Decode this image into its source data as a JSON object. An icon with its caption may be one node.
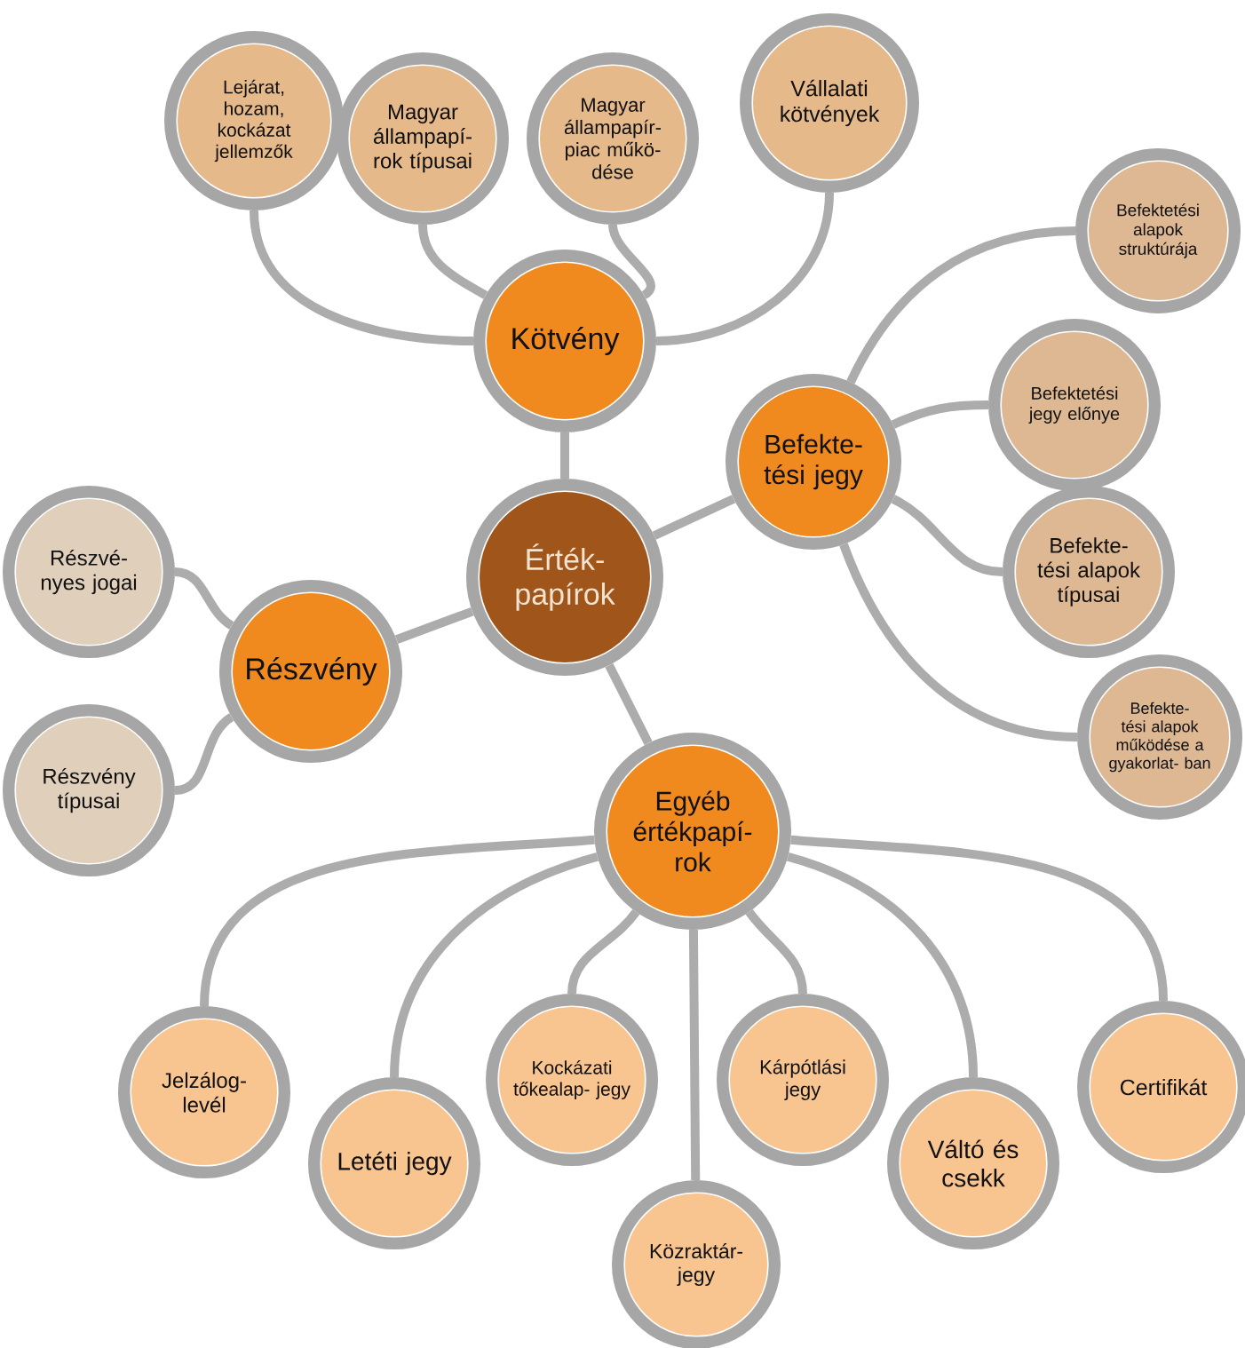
{
  "diagram": {
    "nodes": [
      {
        "text": [
          "Érték- papírok"
        ]
      },
      {
        "text": [
          "Kötvény"
        ]
      },
      {
        "text": [
          "Befekte- tési jegy"
        ]
      },
      {
        "text": [
          "Részvény"
        ]
      },
      {
        "text": [
          "Egyéb értékpapí- rok"
        ]
      },
      {
        "text": [
          "Lejárat, hozam, kockázat jellemzők"
        ]
      },
      {
        "text": [
          "Magyar állampapí- rok típusai"
        ]
      },
      {
        "text": [
          "Magyar állampapír- piac műkö- dése"
        ]
      },
      {
        "text": [
          "Vállalati kötvények"
        ]
      },
      {
        "text": [
          "Befektetési alapok struktúrája"
        ]
      },
      {
        "text": [
          "Befektetési jegy előnye"
        ]
      },
      {
        "text": [
          "Befekte- tési alapok típusai"
        ]
      },
      {
        "text": [
          "Befekte- tési alapok működése a gyakorlat- ban"
        ]
      },
      {
        "text": [
          "Részvé- nyes jogai"
        ]
      },
      {
        "text": [
          "Részvény típusai"
        ]
      },
      {
        "text": [
          "Jelzálog- levél"
        ]
      },
      {
        "text": [
          "Letéti jegy"
        ]
      },
      {
        "text": [
          "Kockázati tőkealap- jegy"
        ]
      },
      {
        "text": [
          "Közraktár- jegy"
        ]
      },
      {
        "text": [
          "Kárpótlási jegy"
        ]
      },
      {
        "text": [
          "Váltó és csekk"
        ]
      },
      {
        "text": [
          "Certifikát"
        ]
      }
    ],
    "edges": [
      {
        "from": 0,
        "to": 1,
        "arrow": "none"
      },
      {
        "from": 0,
        "to": 2,
        "arrow": "none"
      },
      {
        "from": 0,
        "to": 3,
        "arrow": "none"
      },
      {
        "from": 0,
        "to": 4,
        "arrow": "none"
      },
      {
        "from": 1,
        "to": 5,
        "arrow": "none"
      },
      {
        "from": 1,
        "to": 6,
        "arrow": "none"
      },
      {
        "from": 1,
        "to": 7,
        "arrow": "none"
      },
      {
        "from": 1,
        "to": 8,
        "arrow": "none"
      },
      {
        "from": 2,
        "to": 9,
        "arrow": "none"
      },
      {
        "from": 2,
        "to": 10,
        "arrow": "none"
      },
      {
        "from": 2,
        "to": 11,
        "arrow": "none"
      },
      {
        "from": 2,
        "to": 12,
        "arrow": "none"
      },
      {
        "from": 3,
        "to": 13,
        "arrow": "none"
      },
      {
        "from": 3,
        "to": 14,
        "arrow": "none"
      },
      {
        "from": 4,
        "to": 15,
        "arrow": "none"
      },
      {
        "from": 4,
        "to": 16,
        "arrow": "none"
      },
      {
        "from": 4,
        "to": 17,
        "arrow": "none"
      },
      {
        "from": 4,
        "to": 18,
        "arrow": "none"
      },
      {
        "from": 4,
        "to": 19,
        "arrow": "none"
      },
      {
        "from": 4,
        "to": 20,
        "arrow": "none"
      },
      {
        "from": 4,
        "to": 21,
        "arrow": "none"
      }
    ]
  }
}
